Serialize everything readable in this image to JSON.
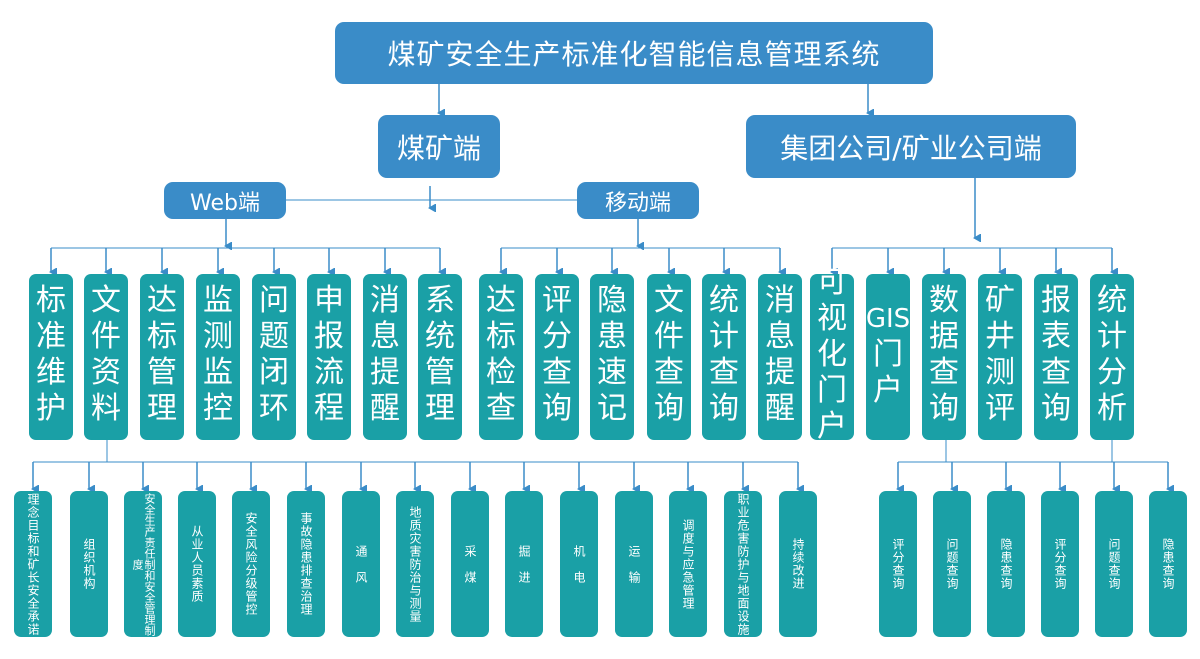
{
  "title": "煤矿安全生产标准化智能信息管理系统",
  "branches": {
    "mine": "煤矿端",
    "group": "集团公司/矿业公司端"
  },
  "sub": {
    "web": "Web端",
    "mobile": "移动端"
  },
  "modules": [
    {
      "label": "标准维护",
      "group": "web"
    },
    {
      "label": "文件资料",
      "group": "web"
    },
    {
      "label": "达标管理",
      "group": "web"
    },
    {
      "label": "监测监控",
      "group": "web"
    },
    {
      "label": "问题闭环",
      "group": "web"
    },
    {
      "label": "申报流程",
      "group": "web"
    },
    {
      "label": "消息提醒",
      "group": "web"
    },
    {
      "label": "系统管理",
      "group": "web"
    },
    {
      "label": "达标检查",
      "group": "mobile"
    },
    {
      "label": "评分查询",
      "group": "mobile"
    },
    {
      "label": "隐患速记",
      "group": "mobile"
    },
    {
      "label": "文件查询",
      "group": "mobile"
    },
    {
      "label": "统计查询",
      "group": "mobile"
    },
    {
      "label": "消息提醒",
      "group": "mobile"
    },
    {
      "label": "可视化门户",
      "group": "group"
    },
    {
      "label": "GIS门户",
      "group": "group"
    },
    {
      "label": "数据查询",
      "group": "group"
    },
    {
      "label": "矿井测评",
      "group": "group"
    },
    {
      "label": "报表查询",
      "group": "group"
    },
    {
      "label": "统计分析",
      "group": "group"
    }
  ],
  "leaves_left": [
    "理念目标和矿长安全承诺",
    "组织机构",
    "安全生产责任制和安全管理制度",
    "从业人员素质",
    "安全风险分级管控",
    "事故隐患排查治理",
    "通　风",
    "地质灾害防治与测量",
    "采　煤",
    "掘　进",
    "机　电",
    "运　输",
    "调度与应急管理",
    "职业危害防护与地面设施",
    "持续改进"
  ],
  "leaves_right": [
    "评分查询",
    "问题查询",
    "隐患查询",
    "评分查询",
    "问题查询",
    "隐患查询"
  ]
}
